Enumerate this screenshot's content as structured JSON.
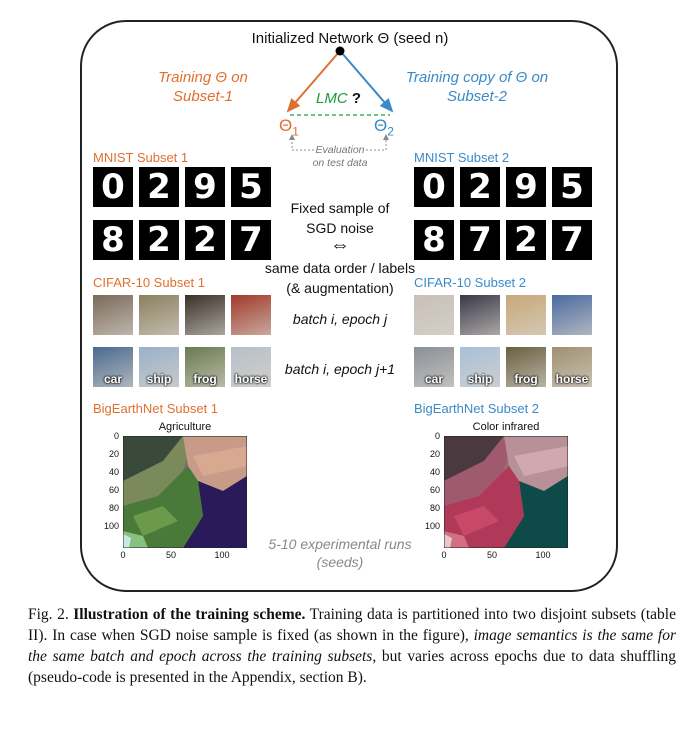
{
  "diagram": {
    "title": "Initialized Network Θ (seed n)",
    "left_branch": {
      "line1": "Training Θ on",
      "line2": "Subset-1"
    },
    "right_branch": {
      "line1": "Training copy of Θ on",
      "line2": "Subset-2"
    },
    "lmc": "LMC",
    "lmc_q": "?",
    "theta1": "Θ",
    "theta1_sub": "1",
    "theta2": "Θ",
    "theta2_sub": "2",
    "evaluation": {
      "line1": "Evaluation",
      "line2": "on test data"
    },
    "mnist": {
      "left_label": "MNIST Subset 1",
      "right_label": "MNIST Subset 2",
      "left_row1": [
        "0",
        "2",
        "9",
        "5"
      ],
      "left_row2": [
        "8",
        "2",
        "2",
        "7"
      ],
      "right_row1": [
        "0",
        "2",
        "9",
        "5"
      ],
      "right_row2": [
        "8",
        "7",
        "2",
        "7"
      ]
    },
    "middle": {
      "fixed_line1": "Fixed sample of",
      "fixed_line2": "SGD noise",
      "arrow": "⇔",
      "same_line1": "same data order / labels",
      "same_line2": "(& augmentation)",
      "batch1": "batch i, epoch j",
      "batch2": "batch i, epoch j+1"
    },
    "cifar": {
      "left_label": "CIFAR-10 Subset 1",
      "right_label": "CIFAR-10 Subset 2",
      "labels": [
        "car",
        "ship",
        "frog",
        "horse"
      ],
      "left_row1_colors": [
        "#7a6a5a",
        "#8a8060",
        "#3a3028",
        "#a03a2a"
      ],
      "left_row2_colors": [
        "#4a6a90",
        "#9ab0c8",
        "#6a7a50",
        "#b8c0c8"
      ],
      "right_row1_colors": [
        "#c8c0b8",
        "#3a3848",
        "#c8a878",
        "#4a6aa0"
      ],
      "right_row2_colors": [
        "#8a9098",
        "#a8c0d8",
        "#6a6040",
        "#a09070"
      ]
    },
    "bigearth": {
      "left_label": "BigEarthNet Subset 1",
      "right_label": "BigEarthNet Subset 2",
      "left_title": "Agriculture",
      "right_title": "Color infrared",
      "y_ticks": [
        "0",
        "20",
        "40",
        "60",
        "80",
        "100"
      ],
      "x_ticks": [
        "0",
        "50",
        "100"
      ]
    },
    "runs": {
      "line1": "5-10 experimental runs",
      "line2": "(seeds)"
    },
    "colors": {
      "orange": "#e07030",
      "blue": "#3a8ac8",
      "green": "#1c9a3c"
    }
  },
  "caption": {
    "fig": "Fig. 2.",
    "bold": "Illustration of the training scheme.",
    "text1": "Training data is partitioned into two disjoint subsets (table II). In case when SGD noise sample is fixed (as shown in the figure),",
    "italic": "image semantics is the same for the same batch and epoch across the training subsets",
    "text2": ", but varies across epochs due to data shuffling (pseudo-code is presented in the Appendix, section B)."
  }
}
